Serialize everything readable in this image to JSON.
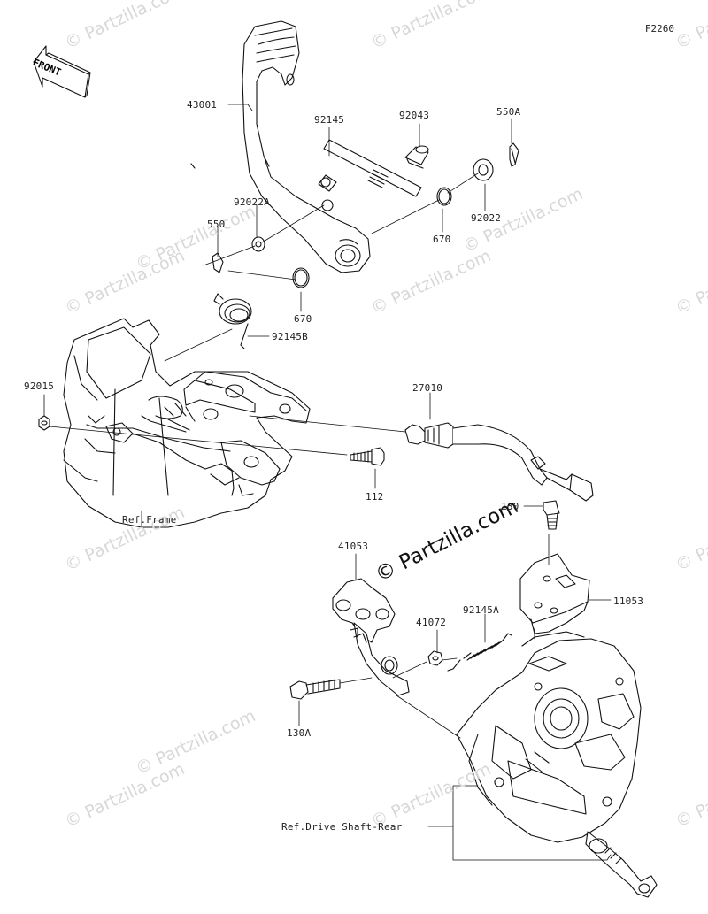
{
  "figure_code": "F2260",
  "front_label": "FRONT",
  "center_watermark": "© Partzilla.com",
  "background_watermark": "© Partzilla.com",
  "callouts": [
    {
      "id": "43001",
      "text": "43001"
    },
    {
      "id": "92145",
      "text": "92145"
    },
    {
      "id": "92043",
      "text": "92043"
    },
    {
      "id": "550A",
      "text": "550A"
    },
    {
      "id": "92022A",
      "text": "92022A"
    },
    {
      "id": "550",
      "text": "550"
    },
    {
      "id": "92022",
      "text": "92022"
    },
    {
      "id": "670a",
      "text": "670"
    },
    {
      "id": "670b",
      "text": "670"
    },
    {
      "id": "92145B",
      "text": "92145B"
    },
    {
      "id": "92015",
      "text": "92015"
    },
    {
      "id": "27010",
      "text": "27010"
    },
    {
      "id": "112",
      "text": "112"
    },
    {
      "id": "ref-frame",
      "text": "Ref.Frame"
    },
    {
      "id": "130",
      "text": "130"
    },
    {
      "id": "41053",
      "text": "41053"
    },
    {
      "id": "11053",
      "text": "11053"
    },
    {
      "id": "41072",
      "text": "41072"
    },
    {
      "id": "92145A",
      "text": "92145A"
    },
    {
      "id": "130A",
      "text": "130A"
    },
    {
      "id": "ref-drive",
      "text": "Ref.Drive Shaft-Rear"
    }
  ]
}
